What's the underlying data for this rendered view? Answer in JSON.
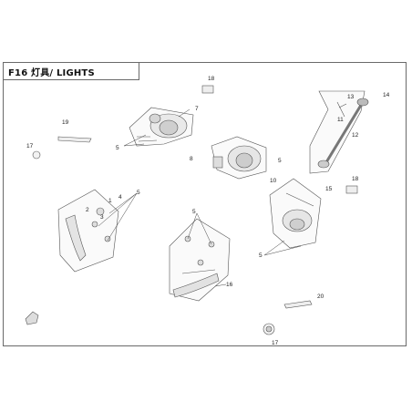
{
  "title": "F16 灯具/ LIGHTS",
  "callouts": {
    "c1": "1",
    "c2": "2",
    "c3": "3",
    "c4": "4",
    "c5": "5",
    "c5b": "5",
    "c5c": "5",
    "c5d": "5",
    "c5e": "5",
    "c7": "7",
    "c8": "8",
    "c10": "10",
    "c11": "11",
    "c12": "12",
    "c13": "13",
    "c14": "14",
    "c15": "15",
    "c16": "16",
    "c17": "17",
    "c17b": "17",
    "c18": "18",
    "c18b": "18",
    "c19": "19",
    "c20": "20"
  }
}
